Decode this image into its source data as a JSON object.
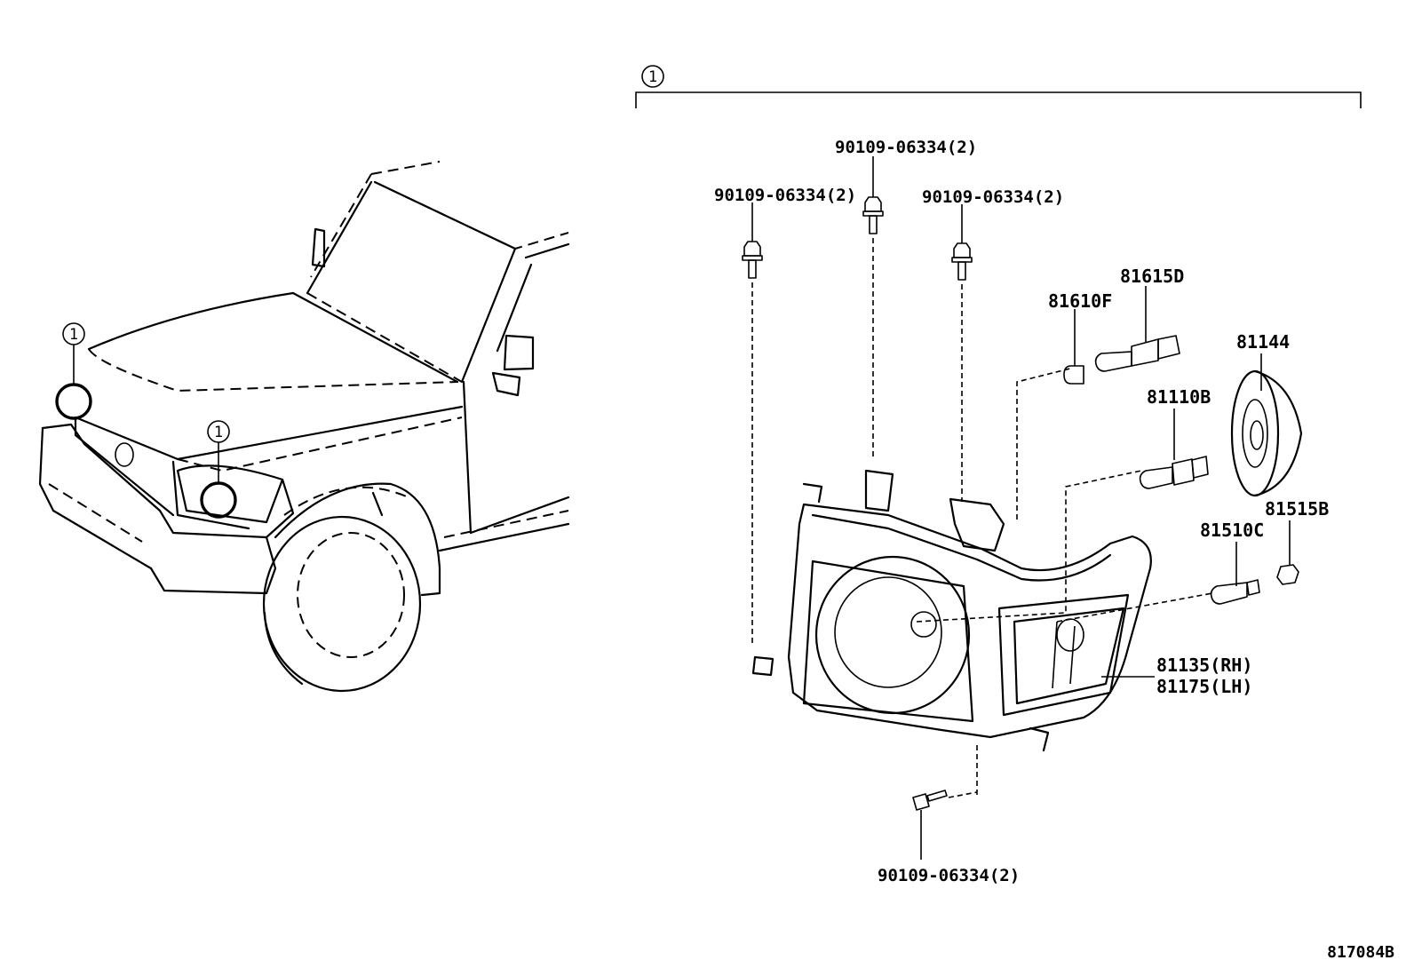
{
  "diagram": {
    "callout_number": "1",
    "reference_code": "817084B",
    "parts": {
      "screw_left": "90109-06334(2)",
      "screw_center": "90109-06334(2)",
      "screw_right": "90109-06334(2)",
      "screw_bottom": "90109-06334(2)",
      "bulb_small": "81610F",
      "bulb_socket": "81615D",
      "cap": "81144",
      "bulb_main": "81110B",
      "clip": "81515B",
      "bulb_signal": "81510C",
      "headlamp_rh": "81135(RH)",
      "headlamp_lh": "81175(LH)"
    }
  }
}
